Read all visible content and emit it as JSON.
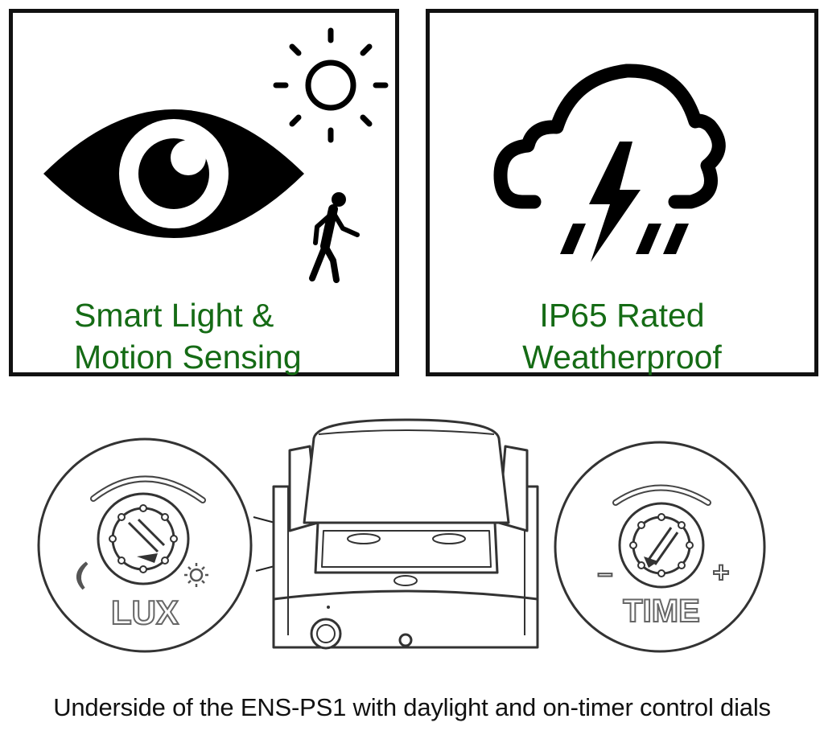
{
  "features": [
    {
      "label_line1": "Smart Light &",
      "label_line2": "Motion Sensing",
      "icons": [
        "eye-icon",
        "sun-icon",
        "walking-person-icon"
      ]
    },
    {
      "label_line1": "IP65 Rated",
      "label_line2": "Weatherproof",
      "icons": [
        "storm-cloud-icon"
      ]
    }
  ],
  "dials": {
    "lux": {
      "label": "LUX",
      "icons": [
        "moon-icon",
        "sun-icon"
      ]
    },
    "time": {
      "label": "TIME",
      "minus": "–",
      "plus": "+"
    }
  },
  "caption": "Underside of the ENS-PS1 with daylight and on-timer control dials",
  "colors": {
    "label_green": "#156b15",
    "line": "#111111",
    "drawing_gray": "#555555"
  }
}
